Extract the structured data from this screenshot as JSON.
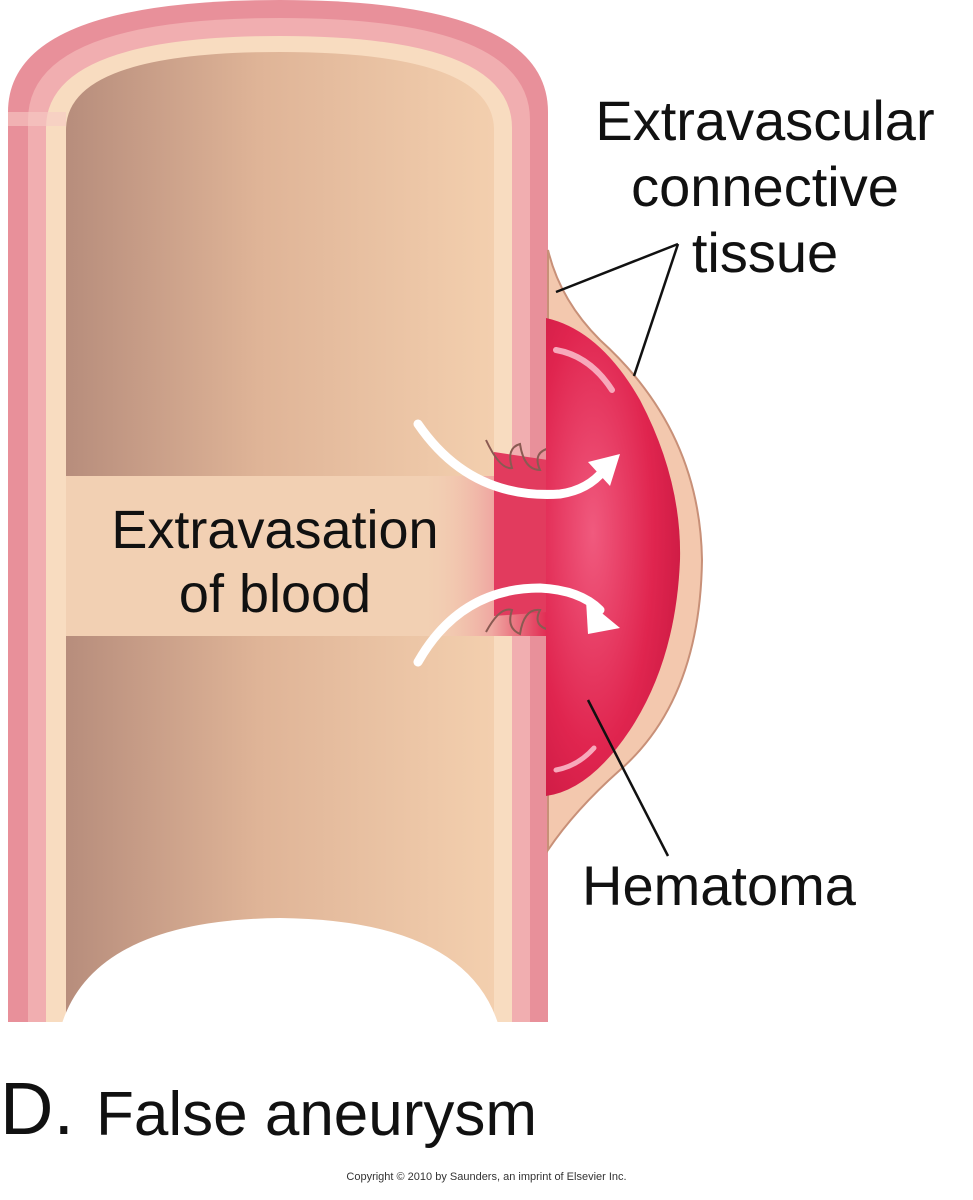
{
  "labels": {
    "extravascular_line1": "Extravascular",
    "extravascular_line2": "connective",
    "extravascular_line3": "tissue",
    "hematoma": "Hematoma",
    "extravasation_line1": "Extravasation",
    "extravasation_line2": "of blood"
  },
  "caption": {
    "letter": "D.",
    "title": "False aneurysm"
  },
  "copyright": "Copyright © 2010 by Saunders, an imprint of Elsevier Inc.",
  "colors": {
    "vessel_wall_outer": "#e8909a",
    "vessel_wall_mid": "#f3b7b6",
    "vessel_intima": "#f8dcc0",
    "lumen_light": "#f2cfae",
    "lumen_dark": "#b98f7e",
    "hematoma": "#e0254f",
    "hematoma_highlight": "#f59bb0",
    "connective_tissue": "#f3c8ae",
    "extravasation_band": "#f2d0b3"
  }
}
